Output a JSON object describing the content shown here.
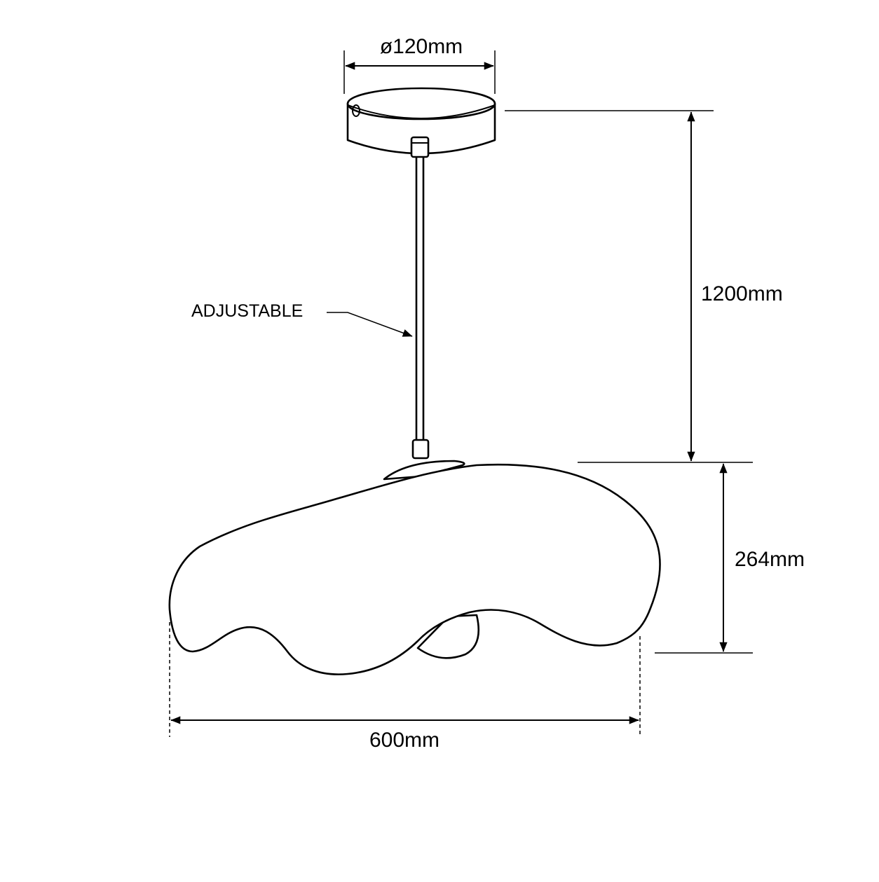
{
  "drawing": {
    "canopy_diameter": "ø120mm",
    "cable_label": "ADJUSTABLE",
    "cable_length": "1200mm",
    "shade_height": "264mm",
    "shade_width": "600mm"
  },
  "colors": {
    "line": "#000000",
    "background": "#ffffff"
  }
}
